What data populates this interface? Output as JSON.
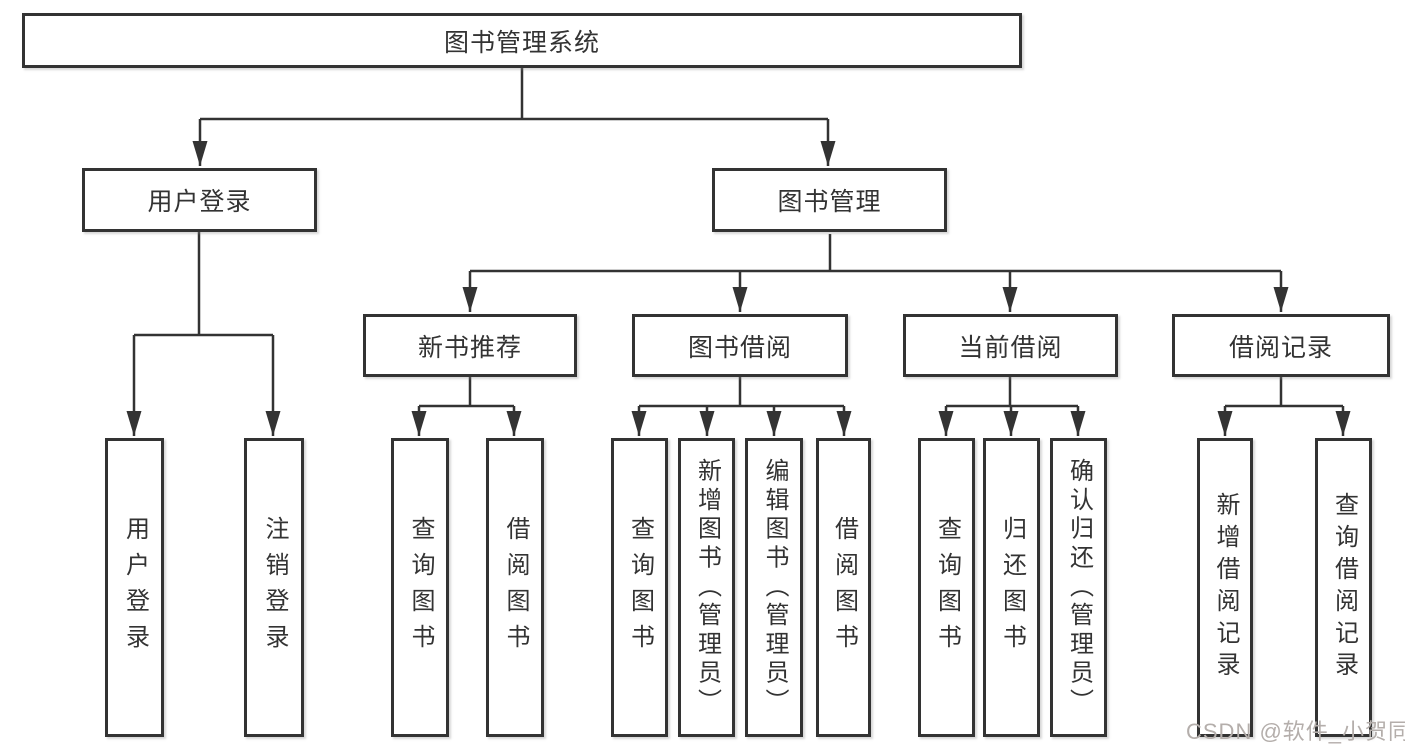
{
  "diagram": {
    "root": {
      "label": "图书管理系统"
    },
    "level2": [
      {
        "id": "user-login",
        "label": "用户登录"
      },
      {
        "id": "book-management",
        "label": "图书管理"
      }
    ],
    "level3": [
      {
        "id": "new-book-recommend",
        "parent": "图书管理",
        "label": "新书推荐"
      },
      {
        "id": "book-borrowing",
        "parent": "图书管理",
        "label": "图书借阅"
      },
      {
        "id": "current-borrowing",
        "parent": "图书管理",
        "label": "当前借阅"
      },
      {
        "id": "borrowing-records",
        "parent": "图书管理",
        "label": "借阅记录"
      }
    ],
    "leaves": [
      {
        "parent": "用户登录",
        "label": "用户登录"
      },
      {
        "parent": "用户登录",
        "label": "注销登录"
      },
      {
        "parent": "新书推荐",
        "label": "查询图书"
      },
      {
        "parent": "新书推荐",
        "label": "借阅图书"
      },
      {
        "parent": "图书借阅",
        "label": "查询图书"
      },
      {
        "parent": "图书借阅",
        "label": "新增图书（管理员）"
      },
      {
        "parent": "图书借阅",
        "label": "编辑图书（管理员）"
      },
      {
        "parent": "图书借阅",
        "label": "借阅图书"
      },
      {
        "parent": "当前借阅",
        "label": "查询图书"
      },
      {
        "parent": "当前借阅",
        "label": "归还图书"
      },
      {
        "parent": "当前借阅",
        "label": "确认归还（管理员）"
      },
      {
        "parent": "借阅记录",
        "label": "新增借阅记录"
      },
      {
        "parent": "借阅记录",
        "label": "查询借阅记录"
      }
    ],
    "watermark": "CSDN @软件_小贺同学",
    "colors": {
      "line": "#333333",
      "box_border": "#333333",
      "text": "#333333",
      "background": "#ffffff",
      "watermark": "#b4aeab"
    }
  }
}
